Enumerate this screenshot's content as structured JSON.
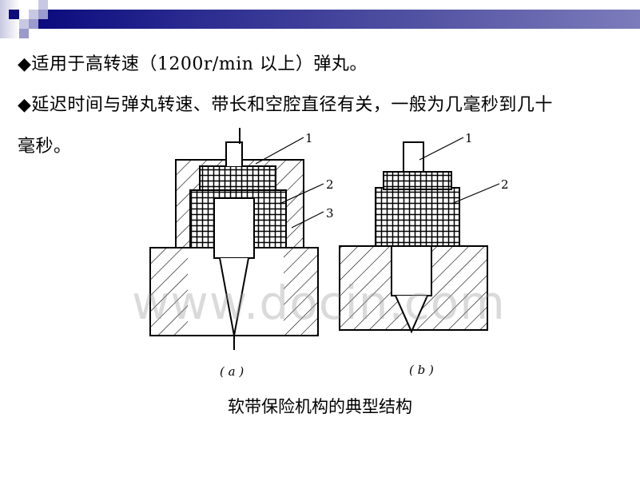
{
  "header": {
    "accent_color": "#0b0b7e",
    "gradient_end": "#7c7cbc"
  },
  "bullets": [
    {
      "icon": "diamond-bullet",
      "text": "◆适用于高转速（1200r/min 以上）弹丸。"
    },
    {
      "icon": "diamond-bullet",
      "text": "◆延迟时间与弹丸转速、带长和空腔直径有关，一般为几毫秒到几十"
    },
    {
      "icon": "",
      "text": "毫秒。"
    }
  ],
  "figure": {
    "labels_a": [
      "1",
      "2",
      "3"
    ],
    "labels_b": [
      "1",
      "2"
    ],
    "sub_a": "( a )",
    "sub_b": "( b )",
    "caption": "软带保险机构的典型结构"
  },
  "watermark": "www.docin.com"
}
